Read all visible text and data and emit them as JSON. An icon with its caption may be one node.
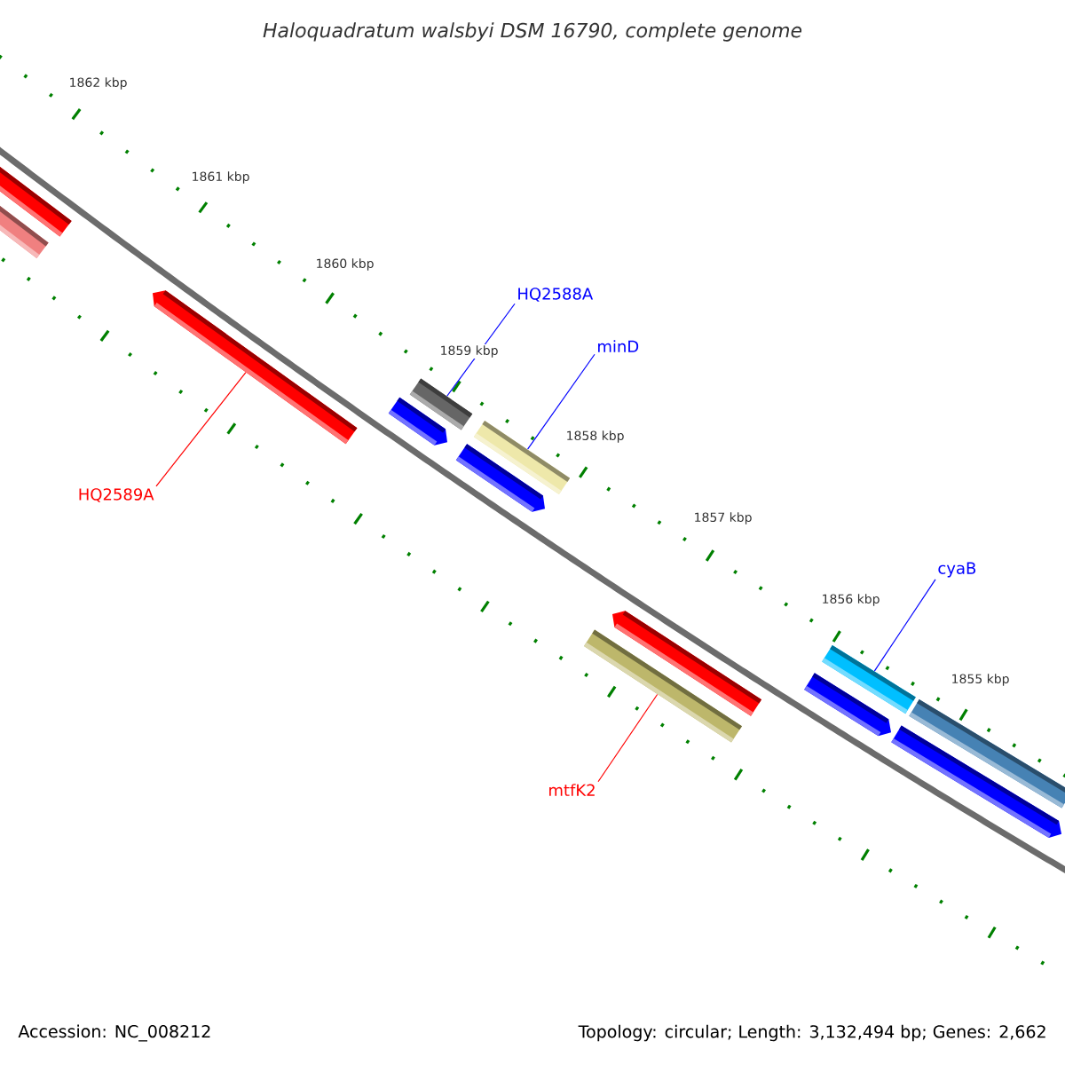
{
  "diagram": {
    "title": "Haloquadratum walsbyi DSM 16790, complete genome",
    "nodes": [
      {
        "text": [
          "HQ2588A"
        ]
      },
      {
        "text": [],
        "shape": "bar"
      },
      {
        "text": [
          "minD"
        ]
      },
      {
        "text": [],
        "shape": "bar"
      },
      {
        "text": [],
        "shape": "bar"
      },
      {
        "text": [
          "HQ2589A"
        ]
      },
      {
        "text": [
          "cyaB"
        ]
      },
      {
        "text": [],
        "shape": "bar"
      },
      {
        "text": [],
        "shape": "bar"
      },
      {
        "text": [
          "mtfK2"
        ]
      },
      {
        "text": [],
        "shape": "bar"
      },
      {
        "text": [],
        "shape": "bar"
      },
      {
        "text": [],
        "shape": "bar"
      },
      {
        "text": [],
        "shape": "bar"
      },
      {
        "text": [],
        "shape": "bar"
      },
      {
        "text": [],
        "shape": "bar"
      },
      {
        "text": [],
        "shape": "bar"
      },
      {
        "text": [],
        "shape": "bar"
      }
    ],
    "edges": [
      {
        "from": 0,
        "to": 1,
        "arrow": "none"
      },
      {
        "from": 2,
        "to": 3,
        "arrow": "none"
      },
      {
        "from": 5,
        "to": 4,
        "arrow": "none",
        "color": "#ff0000"
      },
      {
        "from": 6,
        "to": 7,
        "arrow": "none"
      },
      {
        "from": 9,
        "to": 8,
        "arrow": "none",
        "color": "#ff0000"
      }
    ],
    "labels": [
      "1862 kbp",
      "1861 kbp",
      "1860 kbp",
      "1859 kbp",
      "1858 kbp",
      "1857 kbp",
      "1856 kbp",
      "1855 kbp",
      "Accession: NC_008212",
      "Topology: circular; Length: 3,132,494 bp; Genes: 2,662"
    ]
  }
}
